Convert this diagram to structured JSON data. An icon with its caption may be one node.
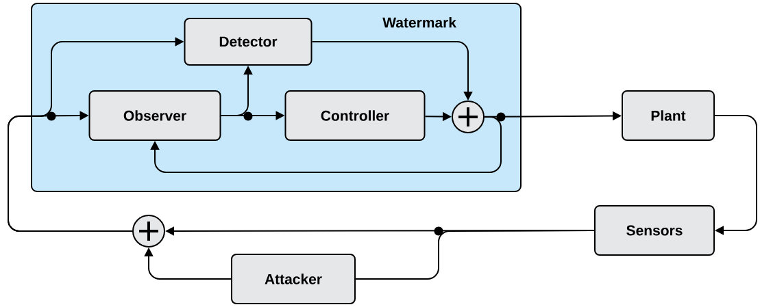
{
  "diagram": {
    "nodes": [
      {
        "text": [
          "Watermark"
        ]
      },
      {
        "text": [
          "Detector"
        ],
        "in": 0
      },
      {
        "text": [
          "Observer"
        ],
        "in": 0
      },
      {
        "text": [
          "Controller"
        ],
        "in": 0
      },
      {
        "text": [],
        "shape": "circle",
        "in": 0
      },
      {
        "text": [
          "Plant"
        ]
      },
      {
        "text": [
          "Sensors"
        ]
      },
      {
        "text": [],
        "shape": "circle"
      },
      {
        "text": [
          "Attacker"
        ]
      }
    ],
    "edges": [
      {
        "from": 7,
        "to": 2,
        "arrow": "to"
      },
      {
        "from": 7,
        "to": 1,
        "arrow": "to"
      },
      {
        "from": 2,
        "to": 1,
        "arrow": "to"
      },
      {
        "from": 2,
        "to": 3,
        "arrow": "to"
      },
      {
        "from": 3,
        "to": 4,
        "arrow": "to"
      },
      {
        "from": 1,
        "to": 4,
        "arrow": "to"
      },
      {
        "from": 4,
        "to": 5,
        "arrow": "to"
      },
      {
        "from": 4,
        "to": 2,
        "arrow": "to"
      },
      {
        "from": 5,
        "to": 6,
        "arrow": "to"
      },
      {
        "from": 6,
        "to": 7,
        "arrow": "to"
      },
      {
        "from": 6,
        "to": 8,
        "arrow": "none"
      },
      {
        "from": 8,
        "to": 7,
        "arrow": "to"
      }
    ]
  }
}
